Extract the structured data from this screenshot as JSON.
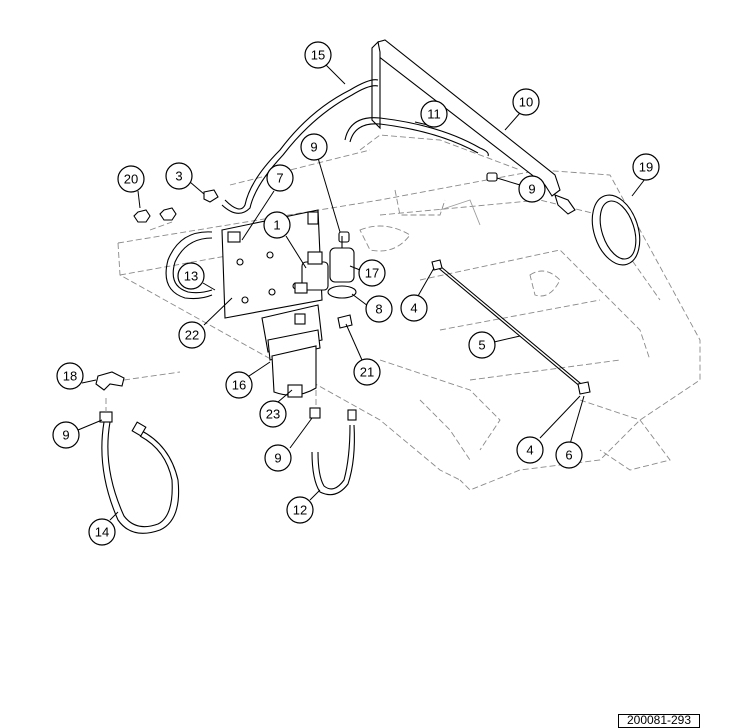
{
  "callouts": [
    "15",
    "10",
    "11",
    "9",
    "9",
    "19",
    "20",
    "3",
    "7",
    "1",
    "17",
    "13",
    "8",
    "4",
    "22",
    "5",
    "18",
    "16",
    "21",
    "9",
    "23",
    "9",
    "4",
    "6",
    "12",
    "14"
  ],
  "drawing_number": "200081-293",
  "colors": {
    "line": "#000000",
    "ghost": "#8a8a8a",
    "background": "#ffffff"
  }
}
